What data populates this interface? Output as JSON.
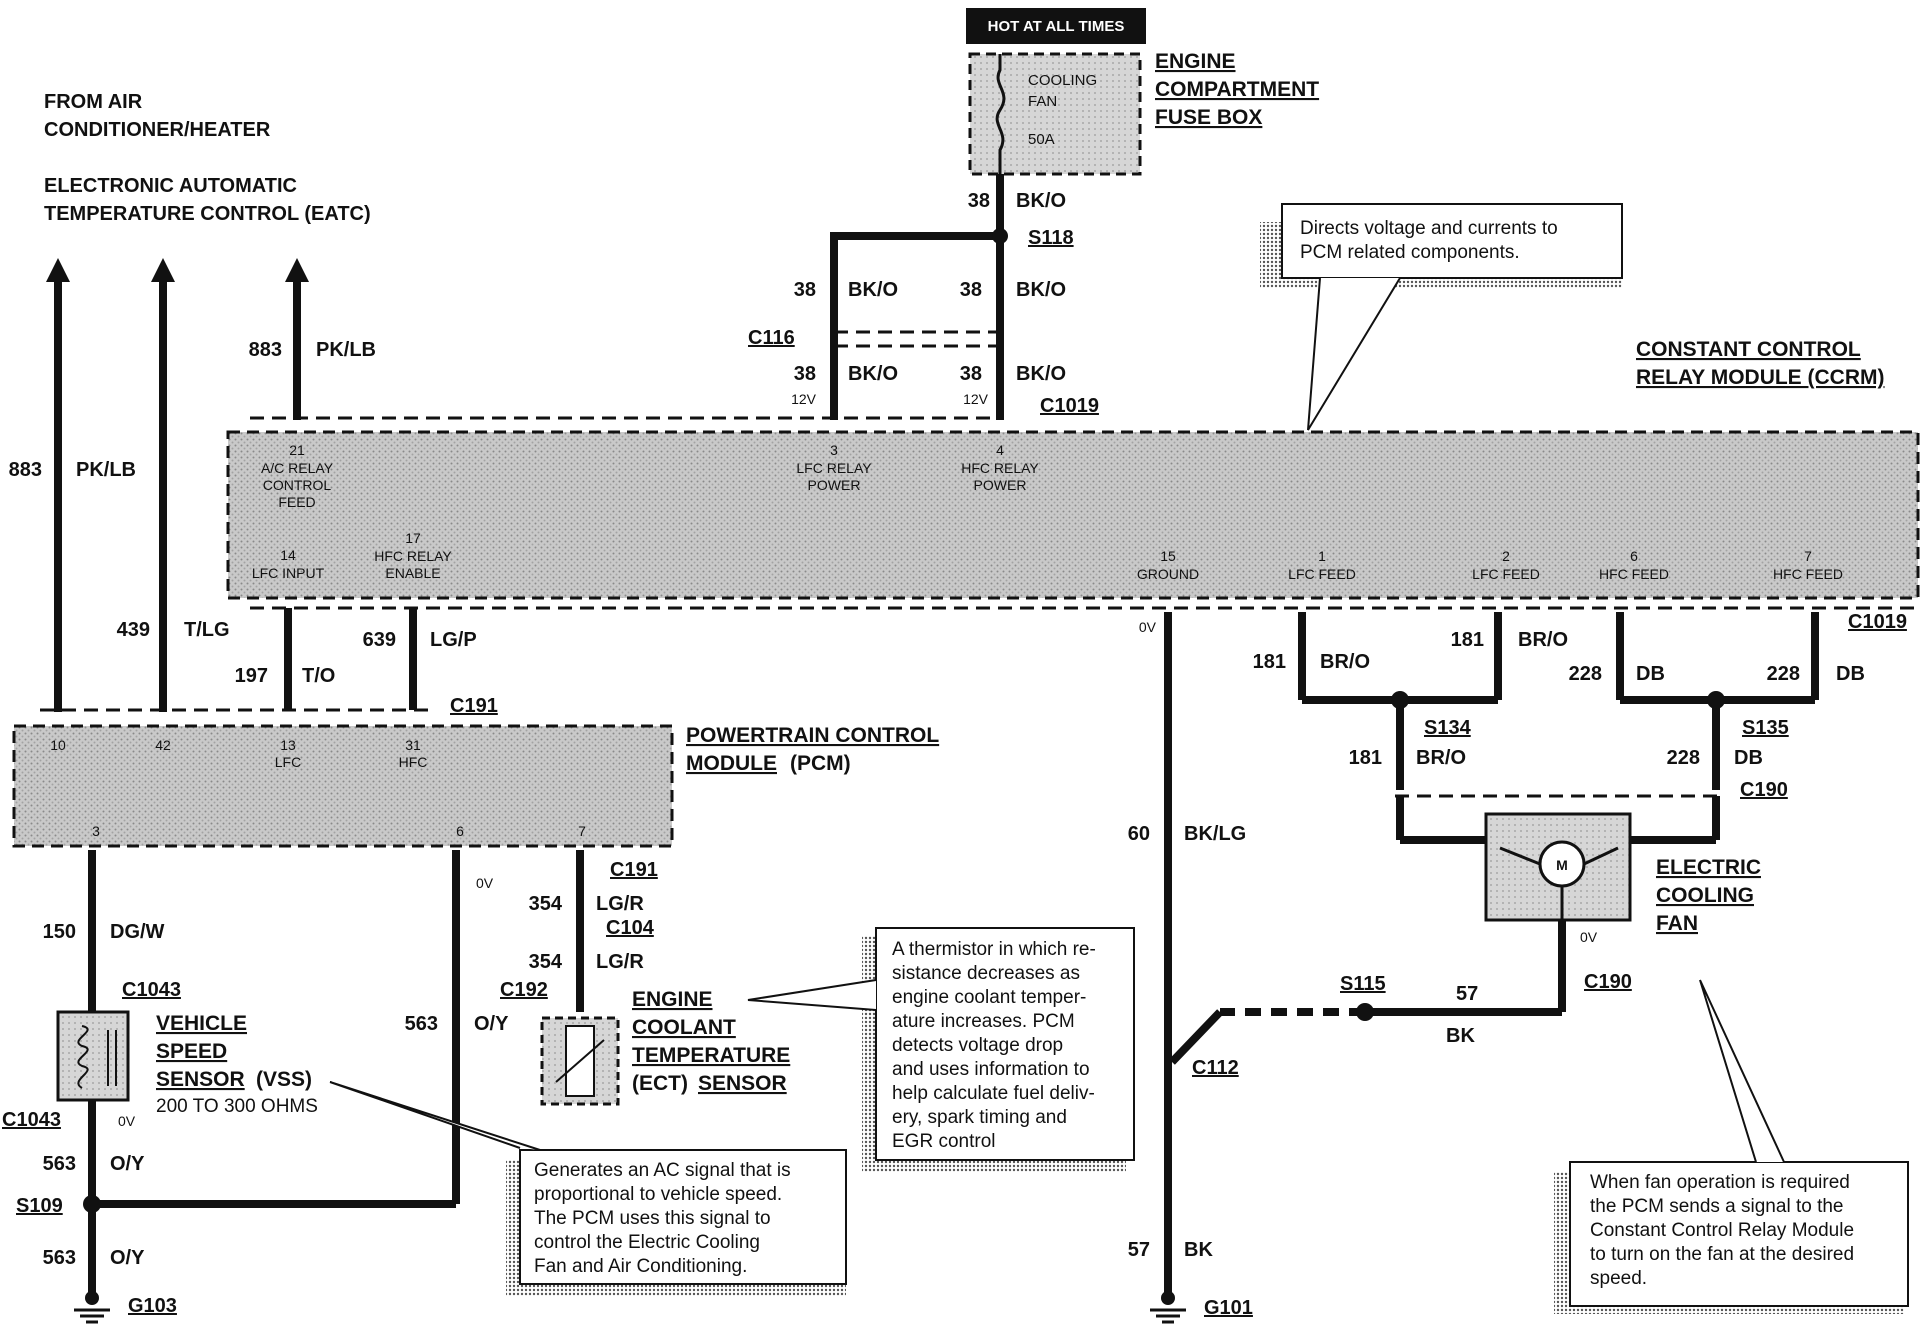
{
  "hot_label": "HOT AT ALL TIMES",
  "fuse": {
    "line1": "COOLING",
    "line2": "FAN",
    "rating": "50A"
  },
  "fuse_box": {
    "line1": "ENGINE",
    "line2": "COMPARTMENT",
    "line3": "FUSE BOX"
  },
  "eatc": {
    "line1": "FROM AIR",
    "line2": "CONDITIONER/HEATER",
    "line3": "ELECTRONIC AUTOMATIC",
    "line4": "TEMPERATURE CONTROL (EATC)"
  },
  "ccrm": {
    "title1": "CONSTANT CONTROL",
    "title2": "RELAY MODULE (CCRM)",
    "connector": "C1019",
    "pins": {
      "p21": {
        "num": "21",
        "l1": "A/C RELAY",
        "l2": "CONTROL",
        "l3": "FEED"
      },
      "p3": {
        "num": "3",
        "l1": "LFC  RELAY",
        "l2": "POWER"
      },
      "p4": {
        "num": "4",
        "l1": "HFC  RELAY",
        "l2": "POWER"
      },
      "p14": {
        "num": "14",
        "l1": "LFC  INPUT"
      },
      "p17": {
        "num": "17",
        "l1": "HFC  RELAY",
        "l2": "ENABLE"
      },
      "p15": {
        "num": "15",
        "l1": "GROUND"
      },
      "p1": {
        "num": "1",
        "l1": "LFC  FEED"
      },
      "p2": {
        "num": "2",
        "l1": "LFC  FEED"
      },
      "p6": {
        "num": "6",
        "l1": "HFC  FEED"
      },
      "p7": {
        "num": "7",
        "l1": "HFC  FEED"
      }
    }
  },
  "pcm": {
    "title1": "POWERTRAIN CONTROL",
    "title2": "MODULE",
    "title2b": "(PCM)",
    "pins": {
      "p10": "10",
      "p42": "42",
      "p13": "13",
      "p13l": "LFC",
      "p31": "31",
      "p31l": "HFC",
      "p3": "3",
      "p6": "6",
      "p7": "7"
    }
  },
  "wires": {
    "w38a_num": "38",
    "w38a_col": "BK/O",
    "w38b_num": "38",
    "w38b_col": "BK/O",
    "w38c_num": "38",
    "w38c_col": "BK/O",
    "w38d_num": "38",
    "w38d_col": "BK/O",
    "w38e_num": "38",
    "w38e_col": "BK/O",
    "w883a_num": "883",
    "w883a_col": "PK/LB",
    "w883b_num": "883",
    "w883b_col": "PK/LB",
    "w439_num": "439",
    "w439_col": "T/LG",
    "w197_num": "197",
    "w197_col": "T/O",
    "w639_num": "639",
    "w639_col": "LG/P",
    "w150_num": "150",
    "w150_col": "DG/W",
    "w563a_num": "563",
    "w563a_col": "O/Y",
    "w563b_num": "563",
    "w563b_col": "O/Y",
    "w563c_num": "563",
    "w563c_col": "O/Y",
    "w354a_num": "354",
    "w354a_col": "LG/R",
    "w354b_num": "354",
    "w354b_col": "LG/R",
    "w60_num": "60",
    "w60_col": "BK/LG",
    "w57a_num": "57",
    "w57a_col": "BK",
    "w57b_num": "57",
    "w57b_col": "BK",
    "w181a_num": "181",
    "w181a_col": "BR/O",
    "w181b_num": "181",
    "w181b_col": "BR/O",
    "w181c_num": "181",
    "w181c_col": "BR/O",
    "w228a_num": "228",
    "w228a_col": "DB",
    "w228b_num": "228",
    "w228b_col": "DB",
    "w228c_num": "228",
    "w228c_col": "DB"
  },
  "splices": {
    "s118": "S118",
    "s134": "S134",
    "s135": "S135",
    "s115": "S115",
    "s109": "S109"
  },
  "connectors": {
    "c116": "C116",
    "c191a": "C191",
    "c191b": "C191",
    "c104": "C104",
    "c192": "C192",
    "c1043a": "C1043",
    "c1043b": "C1043",
    "c112": "C112",
    "c190a": "C190",
    "c190b": "C190",
    "c1019b": "C1019"
  },
  "grounds": {
    "g103": "G103",
    "g101": "G101"
  },
  "voltages": {
    "v12a": "12V",
    "v12b": "12V",
    "v0a": "0V",
    "v0b": "0V",
    "v0c": "0V",
    "v0d": "0V"
  },
  "fan": {
    "line1": "ELECTRIC",
    "line2": "COOLING",
    "line3": "FAN",
    "motor": "M"
  },
  "ect": {
    "line1": "ENGINE",
    "line2": "COOLANT",
    "line3": "TEMPERATURE",
    "line4a": "(ECT)",
    "line4b": "SENSOR"
  },
  "vss": {
    "line1": "VEHICLE",
    "line2": "SPEED",
    "line3a": "SENSOR",
    "line3b": "(VSS)",
    "line4": "200 TO 300 OHMS"
  },
  "callouts": {
    "ccrm": [
      "Directs voltage and currents to",
      "PCM related components."
    ],
    "ect": [
      "A thermistor in which re-",
      "sistance decreases as",
      "engine coolant temper-",
      "ature increases. PCM",
      "detects voltage drop",
      "and uses information to",
      "help calculate fuel deliv-",
      "ery, spark timing and",
      "EGR control"
    ],
    "vss": [
      "Generates an AC signal that is",
      "proportional to vehicle speed.",
      "The PCM uses this signal to",
      "control the Electric Cooling",
      "Fan and Air Conditioning."
    ],
    "fan": [
      "When fan operation is required",
      "the PCM sends a signal to the",
      "Constant Control Relay Module",
      "to turn on the fan at the desired",
      "speed."
    ]
  }
}
